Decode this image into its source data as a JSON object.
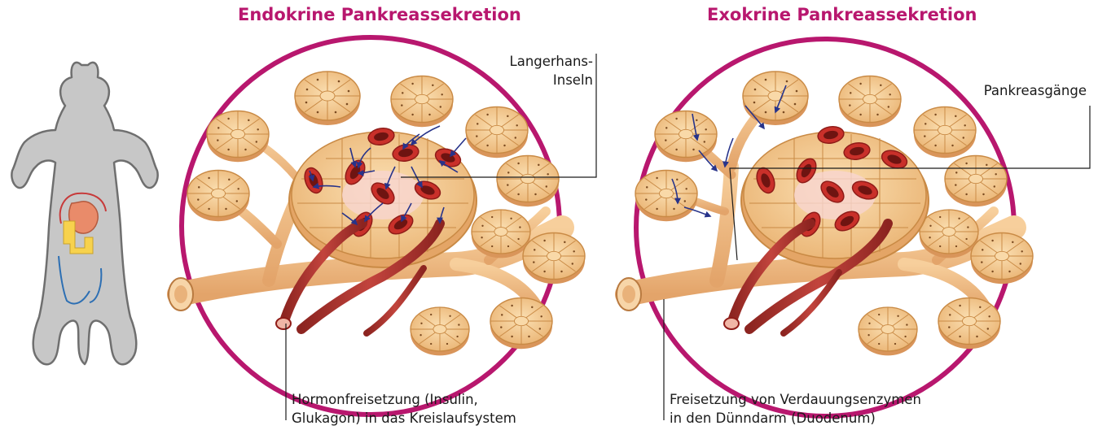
{
  "colors": {
    "title": "#b8176e",
    "circle": "#b8176e",
    "acinus_fill": "#f4c98c",
    "acinus_stroke": "#c98a45",
    "duct": "#f2c08a",
    "vessel": "#a8322e",
    "vessel_inner": "#7a1a17",
    "arrow": "#27338a",
    "dog_body": "#c7c7c7",
    "dog_outline": "#6f6f6f",
    "stomach": "#e98b6a",
    "pancreas": "#f7d24d",
    "intestine": "#2d6fb3"
  },
  "panels": [
    {
      "title": "Endokrine Pankreassekretion",
      "label_top": [
        "Langerhans-",
        "Inseln"
      ],
      "label_bottom": [
        "Hormonfreisetzung (Insulin,",
        "Glukagon) in das Kreislaufsystem"
      ]
    },
    {
      "title": "Exokrine Pankreassekretion",
      "label_top": [
        "Pankreasgänge"
      ],
      "label_bottom": [
        "Freisetzung von Verdauungsenzymen",
        "in den Dünndarm (Duodenum)"
      ]
    }
  ],
  "icons": {
    "dog": "dog-silhouette-icon"
  }
}
